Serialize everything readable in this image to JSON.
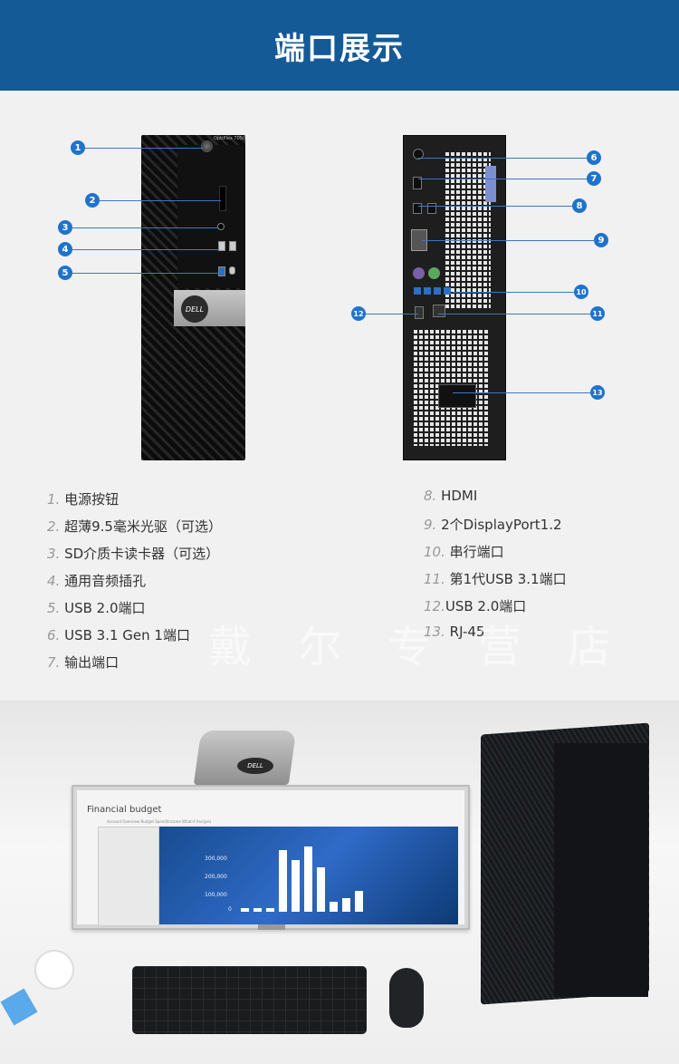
{
  "header": {
    "title": "端口展示"
  },
  "front_tower": {
    "model": "OptiPlex 7050",
    "logo": "DELL"
  },
  "callouts": [
    "1",
    "2",
    "3",
    "4",
    "5",
    "6",
    "7",
    "8",
    "9",
    "10",
    "11",
    "12",
    "13"
  ],
  "ports_left": [
    {
      "num": "1.",
      "label": "电源按钮"
    },
    {
      "num": "2.",
      "label": "超薄9.5毫米光驱（可选）"
    },
    {
      "num": "3.",
      "label": "SD介质卡读卡器（可选）"
    },
    {
      "num": "4.",
      "label": "通用音频插孔"
    },
    {
      "num": "5.",
      "label": "USB 2.0端口"
    },
    {
      "num": "6.",
      "label": "USB 3.1 Gen 1端口"
    },
    {
      "num": "7.",
      "label": "输出端口"
    }
  ],
  "ports_right": [
    {
      "num": "8.",
      "label": "HDMI"
    },
    {
      "num": "9.",
      "label": "2个DisplayPort1.2"
    },
    {
      "num": "10.",
      "label": "串行端口"
    },
    {
      "num": "11.",
      "label": "第1代USB 3.1端口"
    },
    {
      "num": "12.",
      "label": "USB 2.0端口"
    },
    {
      "num": "13.",
      "label": "RJ-45"
    }
  ],
  "watermark": "戴 尔 专 营 店",
  "monitor_screen": {
    "title": "Financial budget",
    "nav": "Account Overview    Budget    Spend/Income    What-if Analysis",
    "chart_labels": [
      "300,000",
      "200,000",
      "100,000",
      "0"
    ],
    "bar_heights": [
      0.05,
      0.05,
      0.05,
      0.9,
      0.75,
      0.95,
      0.65,
      0.15,
      0.2,
      0.3
    ],
    "monitor_logo": "DELL"
  },
  "colors": {
    "header": "#145a97",
    "callout": "#1f73cc",
    "port_blue": "#2d6fc4"
  }
}
